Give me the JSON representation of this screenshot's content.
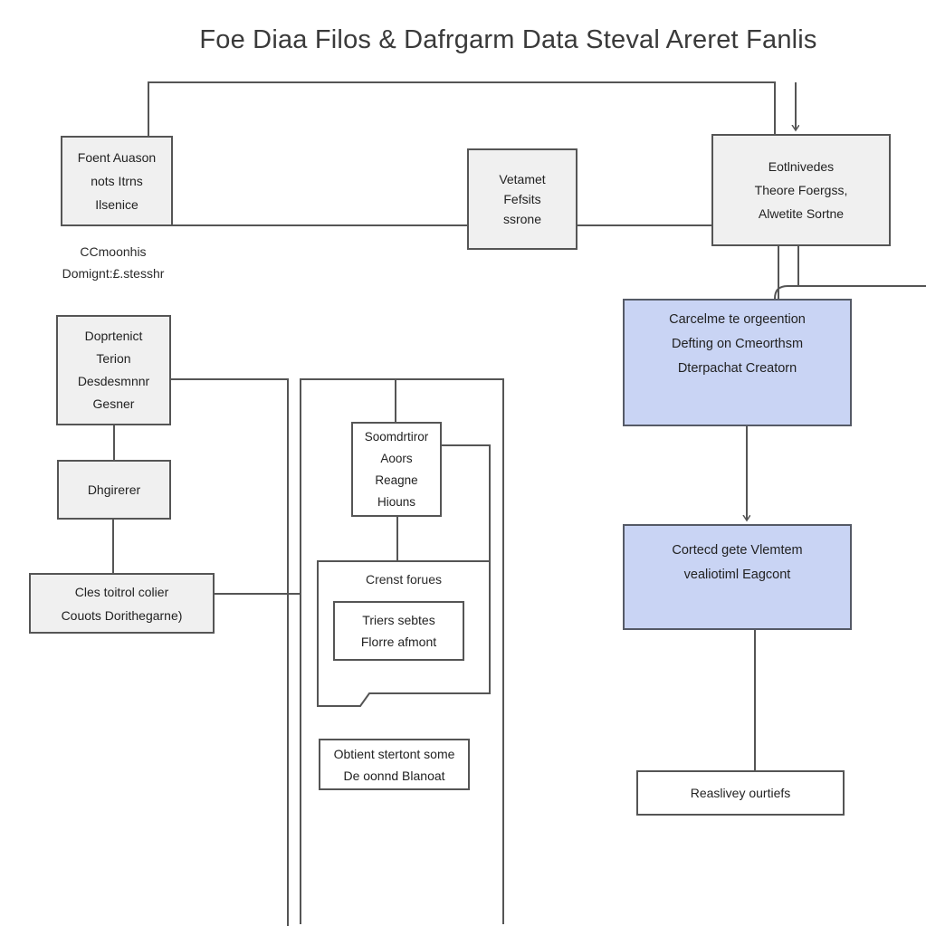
{
  "title": "Foe Diaa Filos & Dafrgarm Data Steval Areret Fanlis",
  "nodes": {
    "top_left": {
      "lines": [
        "Foent Auason",
        "nots Itrns",
        "Ilsenice"
      ]
    },
    "top_mid": {
      "lines": [
        "Vetamet",
        "Fefsits",
        "ssrone"
      ]
    },
    "top_right": {
      "lines": [
        "Eotlnivedes",
        "Theore Foergss,",
        "Alwetite Sortne"
      ]
    },
    "left_1": {
      "lines": [
        "Doprtenict",
        "Terion",
        "Desdesmnnr",
        "Gesner"
      ]
    },
    "left_2": {
      "lines": [
        "Dhgirerer"
      ]
    },
    "left_3": {
      "lines": [
        "Cles toitrol colier",
        "Couots Dorithegarne)"
      ]
    },
    "mid_1": {
      "lines": [
        "Soomdrtiror",
        "Aoors",
        "Reagne",
        "Hiouns"
      ]
    },
    "mid_group": {
      "lines": [
        "Crenst forues"
      ]
    },
    "mid_inner": {
      "lines": [
        "Triers sebtes",
        "Florre afmont"
      ]
    },
    "mid_bottom": {
      "lines": [
        "Obtient stertont some",
        "De oonnd Blanoat"
      ]
    },
    "right_1": {
      "lines": [
        "Carcelme te orgeention",
        "Defting on Cmeorthsm",
        "Dterpachat Creatorn"
      ]
    },
    "right_2": {
      "lines": [
        "Cortecd gete Vlemtem",
        "vealiotiml Eagcont"
      ]
    },
    "right_3": {
      "lines": [
        "Reaslivey ourtiefs"
      ]
    }
  },
  "side_label": {
    "lines": [
      "CCmoonhis",
      "Domignt:£.stesshr"
    ]
  },
  "colors": {
    "line": "#555555",
    "box_fill": "#f0f0f0",
    "highlight_fill": "#c9d4f4"
  }
}
